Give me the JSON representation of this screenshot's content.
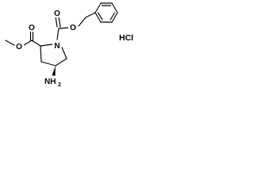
{
  "molecule": {
    "atoms": {
      "ring_nitrogen": "N",
      "ester_carbonyl_oxygen": "O",
      "ester_ether_oxygen": "O",
      "carbamate_carbonyl_oxygen": "O",
      "carbamate_ether_oxygen": "O",
      "amine": "NH",
      "amine_subscript": "2"
    },
    "salt": "HCl"
  }
}
